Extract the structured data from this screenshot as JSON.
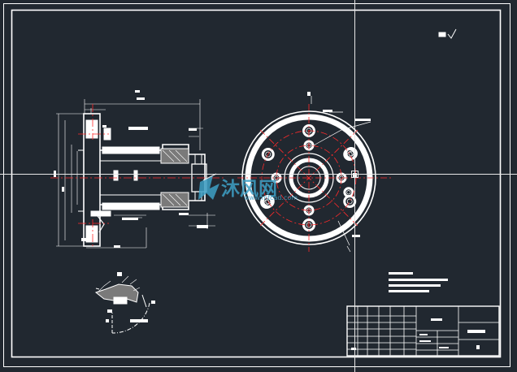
{
  "drawing": {
    "background": "#212830",
    "line_color": "#ffffff",
    "center_line_color": "#ff2a2a",
    "crosshair_color": "#e8e8e8",
    "fill_gray": "#7a7a7a"
  },
  "watermark": {
    "cn_text": "沐风网",
    "url_text": "www.mfcad.com",
    "color": "#3ea0c6"
  },
  "title_block": {
    "rows": 6,
    "note_lines": 4
  }
}
